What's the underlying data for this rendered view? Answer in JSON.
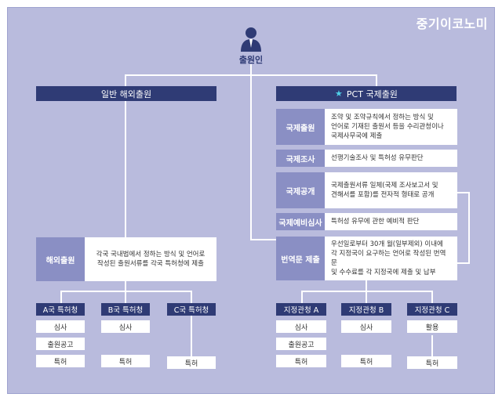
{
  "brand": "중기이코노미",
  "applicant": {
    "label": "출원인",
    "icon": "person-icon"
  },
  "general": {
    "title": "일반 해외출원",
    "step": {
      "label": "해외출원",
      "text": [
        "각국 국내법에서 정하는 방식 및 언어로",
        "작성된 출원서류를 각국 특허청에 제출"
      ]
    },
    "offices": [
      {
        "name": "A국 특허청",
        "steps": [
          "심사",
          "출원공고",
          "특허"
        ]
      },
      {
        "name": "B국 특허청",
        "steps": [
          "심사",
          "특허"
        ]
      },
      {
        "name": "C국 특허청",
        "steps": [
          "특허"
        ]
      }
    ]
  },
  "pct": {
    "title": "PCT 국제출원",
    "steps": [
      {
        "label": "국제출원",
        "text": [
          "조약 및 조약규칙에서 정하는 방식 및",
          "언어로 기재된 출원서 등을 수리관청이나",
          "국제사무국에 제출"
        ]
      },
      {
        "label": "국제조사",
        "text": [
          "선행기술조사 및 특허성 유무판단"
        ]
      },
      {
        "label": "국제공개",
        "text": [
          "국제출원서류 일체(국제 조사보고서 및",
          "견해서를 포함)를 전자적 형태로 공개"
        ]
      },
      {
        "label": "국제예비심사",
        "text": [
          "특허성 유무에 관한 예비적 판단"
        ]
      },
      {
        "label": "번역문 제출",
        "text": [
          "우선일로부터 30개 월(일부제외) 이내에",
          "각 지정국이 요구하는 언어로 작성된 번역문",
          "및 수수료를 각 지정국에 제출 및 납부"
        ]
      }
    ],
    "offices": [
      {
        "name": "지정관청 A",
        "steps": [
          "심사",
          "출원공고",
          "특허"
        ]
      },
      {
        "name": "지정관청 B",
        "steps": [
          "심사",
          "특허"
        ]
      },
      {
        "name": "지정관청 C",
        "steps": [
          "활용",
          "특허"
        ]
      }
    ]
  },
  "colors": {
    "background": "#b9bbdd",
    "header": "#2f3b75",
    "label": "#8a8fc4",
    "star": "#4fd0e8"
  }
}
